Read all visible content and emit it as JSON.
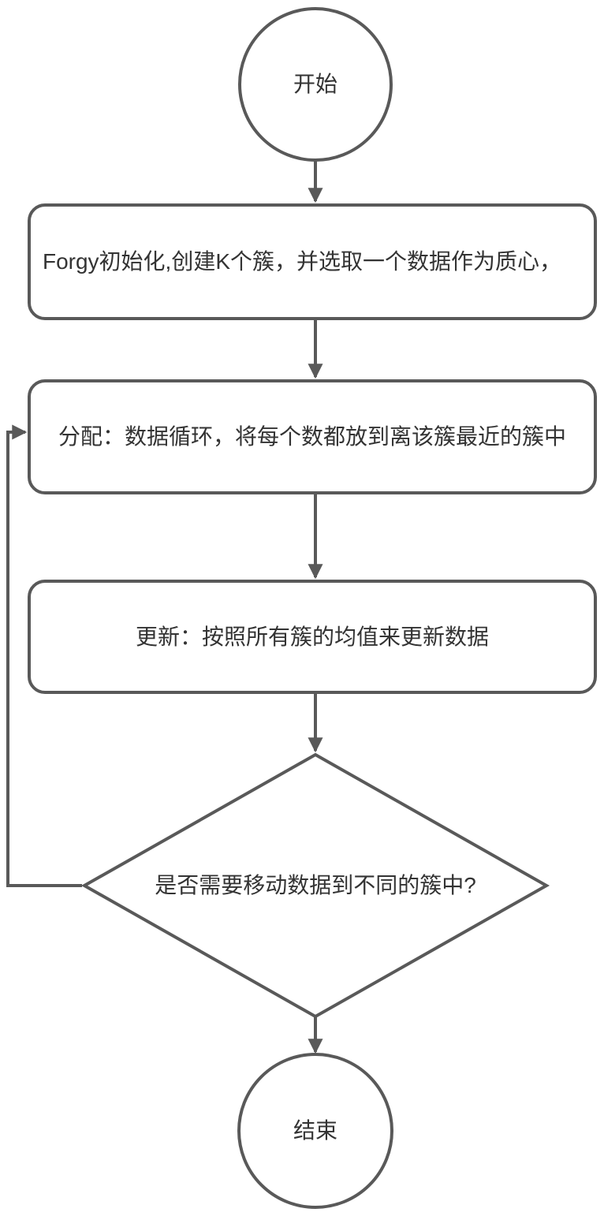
{
  "flowchart": {
    "colors": {
      "stroke": "#595959",
      "text": "#333333",
      "background": "#ffffff"
    },
    "nodes": {
      "start": {
        "shape": "circle",
        "label": "开始"
      },
      "init": {
        "shape": "rounded-rect",
        "label": "Forgy初始化,创建K个簇，并选取一个数据作为质心，"
      },
      "assign": {
        "shape": "rounded-rect",
        "label": "分配：数据循环，将每个数都放到离该簇最近的簇中"
      },
      "update": {
        "shape": "rounded-rect",
        "label": "更新：按照所有簇的均值来更新数据"
      },
      "decision": {
        "shape": "diamond",
        "label": "是否需要移动数据到不同的簇中?"
      },
      "end": {
        "shape": "circle",
        "label": "结束"
      }
    },
    "edges": [
      {
        "from": "start",
        "to": "init"
      },
      {
        "from": "init",
        "to": "assign"
      },
      {
        "from": "assign",
        "to": "update"
      },
      {
        "from": "update",
        "to": "decision"
      },
      {
        "from": "decision",
        "to": "end"
      },
      {
        "from": "decision",
        "to": "assign",
        "route": "loop-left"
      }
    ]
  }
}
